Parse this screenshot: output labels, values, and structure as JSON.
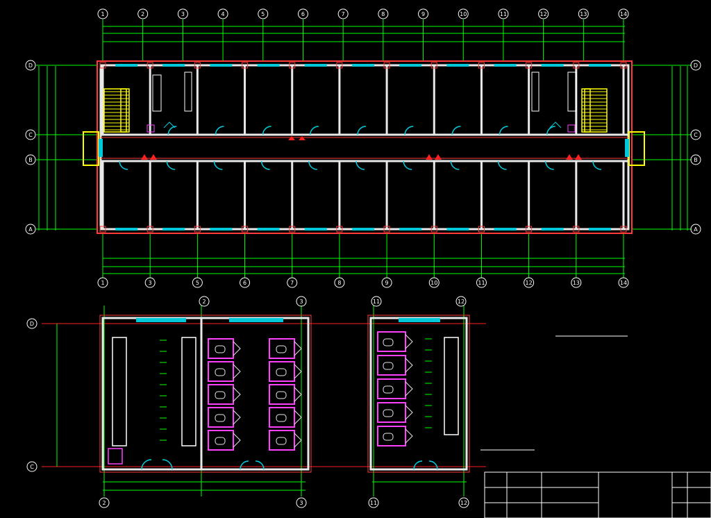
{
  "colors": {
    "background": "#000000",
    "dimension": "#00ff00",
    "wall": "#e8e8e8",
    "wall_outline": "#ff3a3a",
    "window": "#00c8d8",
    "door": "#00d0e0",
    "stair": "#ffff00",
    "fixture": "#ff40ff",
    "axis_bubble": "#ffffff",
    "text": "#ffffff"
  },
  "top_plan": {
    "top_axis_labels": [
      "1",
      "2",
      "3",
      "4",
      "5",
      "6",
      "7",
      "8",
      "9",
      "10",
      "11",
      "12",
      "13",
      "14"
    ],
    "bottom_axis_labels": [
      "1",
      "3",
      "5",
      "6",
      "7",
      "8",
      "9",
      "10",
      "11",
      "12",
      "13",
      "14"
    ],
    "left_axis_labels": [
      "D",
      "C",
      "B",
      "A"
    ],
    "right_axis_labels": [
      "D",
      "C",
      "B",
      "A"
    ]
  },
  "toilet_plan_left": {
    "top_axis_labels": [
      "2",
      "3"
    ],
    "bottom_axis_labels": [
      "2",
      "3"
    ],
    "left_axis_labels": [
      "D",
      "C"
    ]
  },
  "toilet_plan_right": {
    "top_axis_labels": [
      "11",
      "12"
    ],
    "bottom_axis_labels": [
      "11",
      "12"
    ]
  },
  "title_block": {
    "rows": 3,
    "cols": 6
  }
}
